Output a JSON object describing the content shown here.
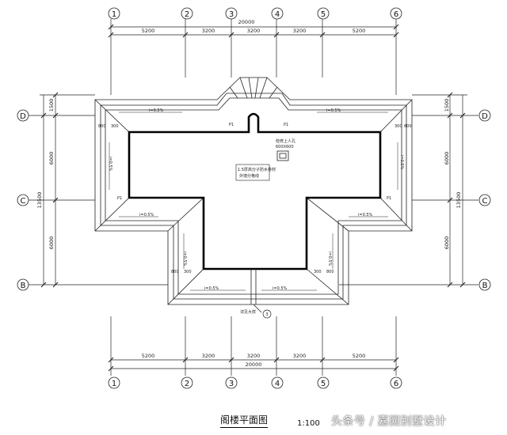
{
  "drawing": {
    "title": "阁楼平面图",
    "scale": "1:100",
    "watermark": "头条号 / 嘉园别墅设计",
    "column_axes": [
      "1",
      "2",
      "3",
      "4",
      "5",
      "6"
    ],
    "row_axes": [
      "D",
      "C",
      "B"
    ],
    "top_dims": {
      "total": "20000",
      "spans": [
        "5200",
        "3200",
        "3200",
        "3200",
        "5200"
      ]
    },
    "bottom_dims": {
      "total": "20000",
      "spans": [
        "5200",
        "3200",
        "3200",
        "3200",
        "5200"
      ]
    },
    "left_dims": {
      "total": "13500",
      "spans": [
        "1500",
        "6000",
        "6000"
      ]
    },
    "right_dims": {
      "total": "13500",
      "spans": [
        "1500",
        "6000",
        "6000"
      ]
    },
    "annotations": {
      "slope_top_left": "i=0.5%",
      "slope_top_right": "i=0.5%",
      "slope_mid_left": "i=0.5%",
      "slope_mid_right": "i=0.5%",
      "slope_bottom_left": "i=0.5%",
      "slope_bottom_right": "i=0.5%",
      "slope_side": "i=0.5%",
      "p1": "P1",
      "eave_800": "800",
      "eave_300": "300",
      "hatch_label": "检修上人孔",
      "hatch_size": "600X600",
      "roof_note_1": "1.5厚高分子防水卷材",
      "roof_note_2": "外墙分格线",
      "detail_ref": "详见大样",
      "detail_num": "3"
    }
  }
}
